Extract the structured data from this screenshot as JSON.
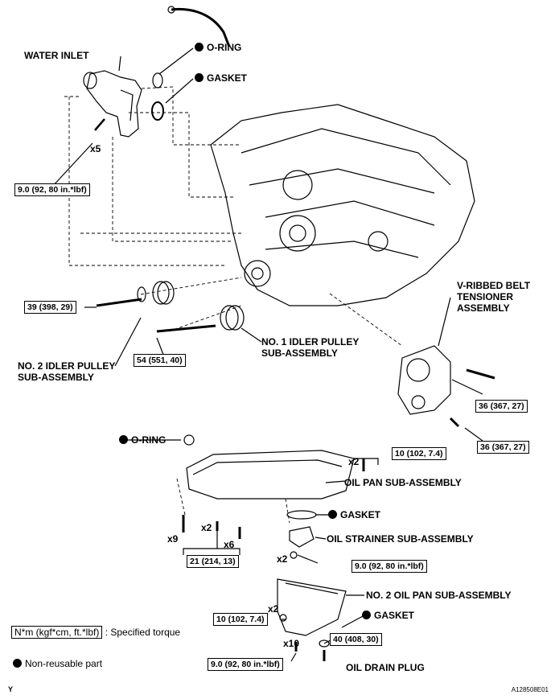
{
  "labels": {
    "water_inlet": "WATER INLET",
    "o_ring_top": "O-RING",
    "gasket_top": "GASKET",
    "v_ribbed": "V-RIBBED BELT\nTENSIONER\nASSEMBLY",
    "no1_idler": "NO. 1 IDLER PULLEY\nSUB-ASSEMBLY",
    "no2_idler": "NO. 2 IDLER PULLEY\nSUB-ASSEMBLY",
    "o_ring_mid": "O-RING",
    "oil_pan": "OIL PAN SUB-ASSEMBLY",
    "gasket_mid": "GASKET",
    "oil_strainer": "OIL STRAINER SUB-ASSEMBLY",
    "no2_oil_pan": "NO. 2 OIL PAN SUB-ASSEMBLY",
    "gasket_bottom": "GASKET",
    "oil_drain": "OIL DRAIN PLUG"
  },
  "torques": {
    "t_water": "9.0 (92, 80 in.*lbf)",
    "t_39": "39 (398, 29)",
    "t_54": "54 (551, 40)",
    "t_36a": "36 (367, 27)",
    "t_36b": "36 (367, 27)",
    "t_10a": "10 (102, 7.4)",
    "t_21": "21 (214, 13)",
    "t_90b": "9.0 (92, 80 in.*lbf)",
    "t_10b": "10 (102, 7.4)",
    "t_40": "40 (408, 30)",
    "t_90c": "9.0 (92, 80 in.*lbf)"
  },
  "quantities": {
    "x5": "x5",
    "x2_pan": "x2",
    "x9": "x9",
    "x2_b": "x2",
    "x6": "x6",
    "x2_strainer": "x2",
    "x2_no2": "x2",
    "x10": "x10"
  },
  "legend": {
    "torque_box": "N*m (kgf*cm, ft.*lbf)",
    "torque_text": ": Specified torque",
    "nonreusable": "Non-reusable part"
  },
  "corner": {
    "left": "Y",
    "right": "A128508E01"
  }
}
